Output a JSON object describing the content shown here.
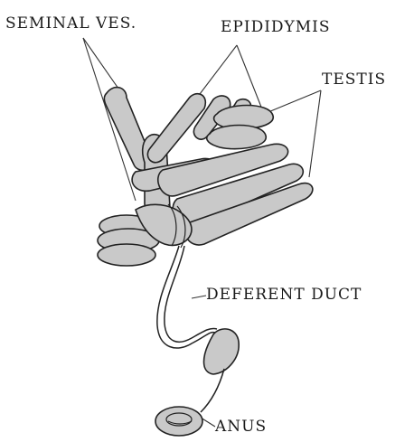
{
  "labels": {
    "seminal_vesicle": "SEMINAL VES.",
    "epididymis": "EPIDIDYMIS",
    "testis": "TESTIS",
    "deferent_duct": "DEFERENT DUCT",
    "anus": "ANUS"
  },
  "colors": {
    "ink": "#222222",
    "stipple_fill": "#c9c9c9",
    "background": "#ffffff"
  }
}
